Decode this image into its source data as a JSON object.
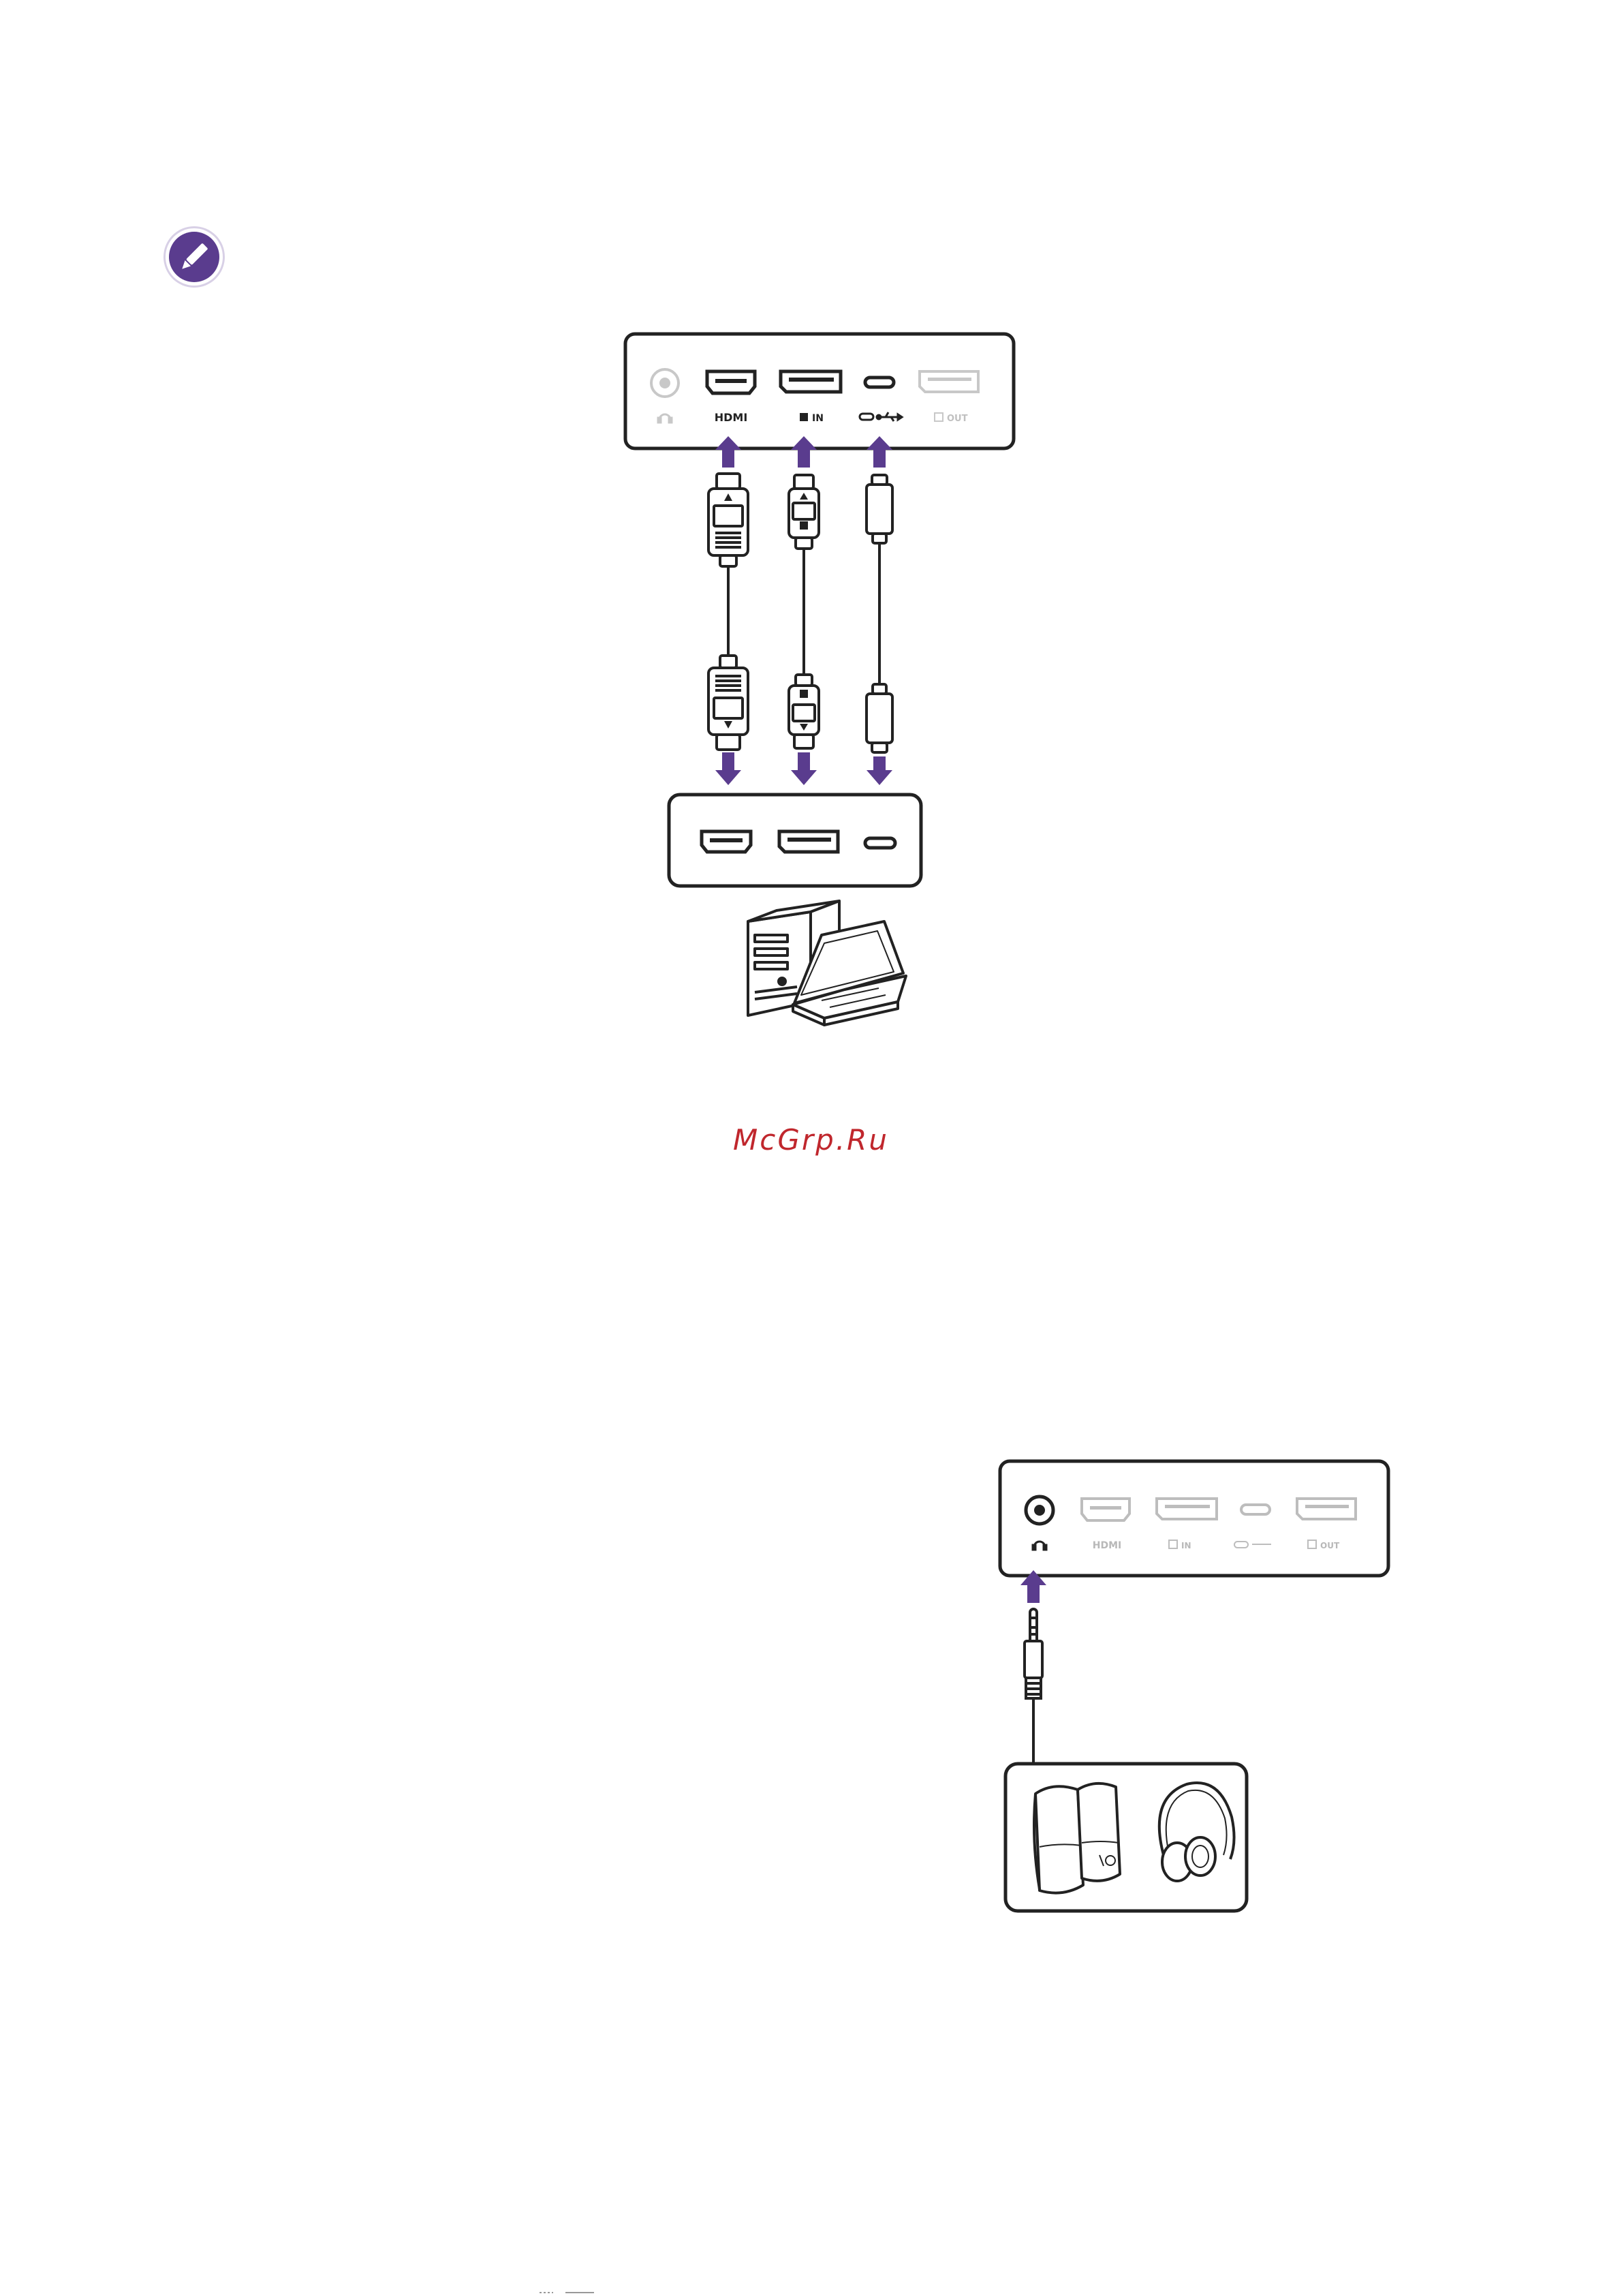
{
  "figure1": {
    "monitor_ports": {
      "headphone_label": "",
      "hdmi_label": "HDMI",
      "dp_in_label": "IN",
      "usbc_label": "",
      "dp_out_label": "OUT"
    },
    "cables": [
      "HDMI",
      "DisplayPort",
      "USB-C"
    ]
  },
  "figure2": {
    "monitor_ports": {
      "hdmi_label": "HDMI",
      "dp_in_label": "IN",
      "dp_out_label": "OUT"
    }
  },
  "watermark": "McGrp.Ru",
  "colors": {
    "accent": "#5a3c8e",
    "line": "#222222",
    "faded": "#b8b8b8",
    "watermark": "#c0272d"
  },
  "icons": {
    "note": "pencil-icon",
    "headphone": "headphone-icon",
    "usb": "usb-icon",
    "displayport": "displayport-icon"
  }
}
